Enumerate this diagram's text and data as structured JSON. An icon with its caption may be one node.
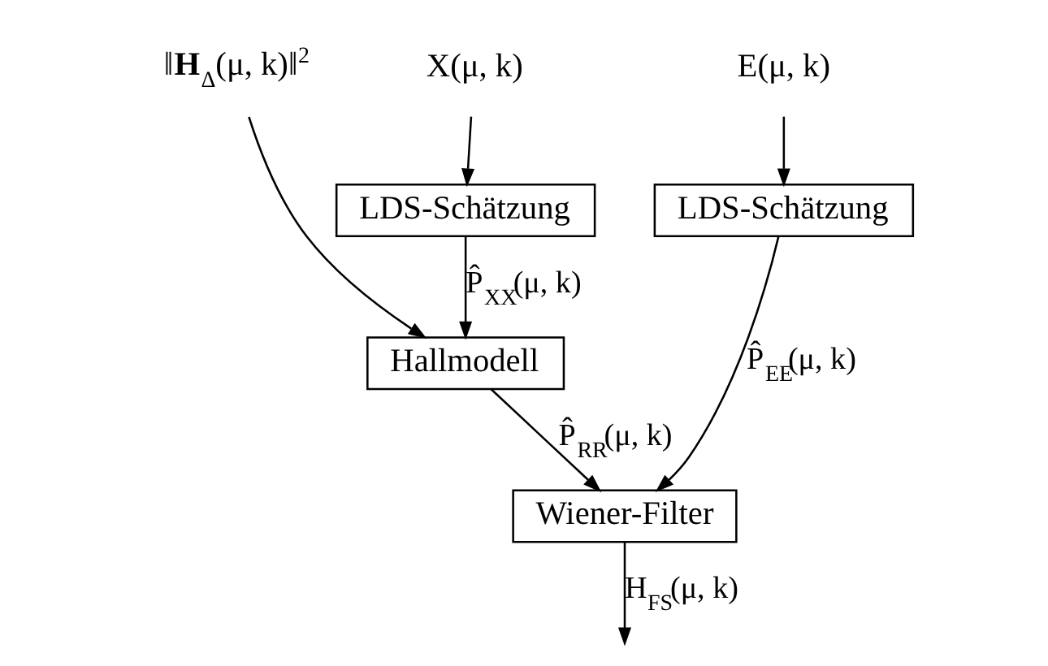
{
  "diagram": {
    "nodes": [
      {
        "text": [
          "‖**H**$_{Δ}$(μ, k)‖$^{2}$"
        ]
      },
      {
        "text": [
          "X(μ, k)"
        ]
      },
      {
        "text": [
          "E(μ, k)"
        ]
      },
      {
        "text": [
          "LDS-Schätzung"
        ]
      },
      {
        "text": [
          "LDS-Schätzung"
        ]
      },
      {
        "text": [
          "Hallmodell"
        ]
      },
      {
        "text": [
          "Wiener-Filter"
        ]
      }
    ],
    "edges": [
      {
        "from": 1,
        "to": 3,
        "arrow": "to"
      },
      {
        "from": 2,
        "to": 4,
        "arrow": "to"
      },
      {
        "from": 0,
        "to": 5,
        "arrow": "to"
      },
      {
        "from": 3,
        "to": 5,
        "arrow": "to",
        "label": "P̂$_{XX}$(μ, k)"
      },
      {
        "from": 5,
        "to": 6,
        "arrow": "to",
        "label": "P̂$_{RR}$(μ, k)"
      },
      {
        "from": 4,
        "to": 6,
        "arrow": "to",
        "label": "P̂$_{EE}$(μ, k)"
      },
      {
        "from": 6,
        "to": null,
        "arrow": "to",
        "label": "H$_{FS}$(μ, k)"
      }
    ]
  }
}
